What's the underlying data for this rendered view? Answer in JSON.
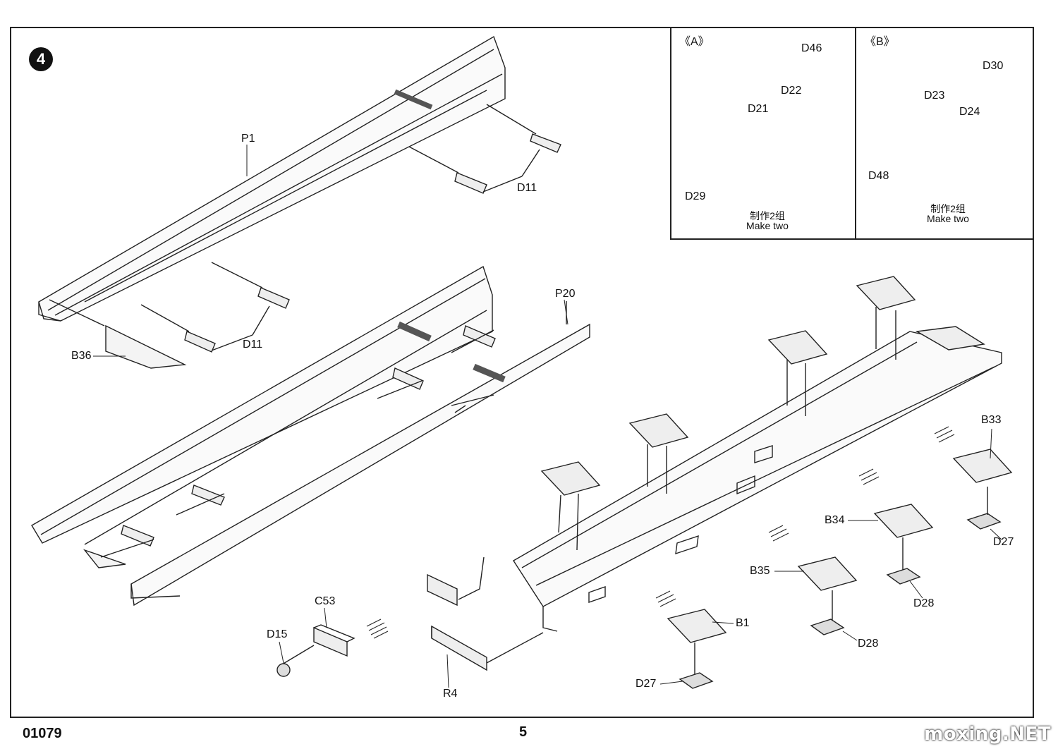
{
  "step": {
    "number": "4"
  },
  "main_labels": {
    "p1": "P1",
    "d11_upper": "D11",
    "d11_lower": "D11",
    "b36": "B36",
    "p20": "P20",
    "c53": "C53",
    "d15": "D15",
    "r4": "R4",
    "b33": "B33",
    "b34": "B34",
    "b35": "B35",
    "b1": "B1",
    "d27_right": "D27",
    "d27_bottom": "D27",
    "d28_right": "D28",
    "d28_bottom": "D28"
  },
  "inset_a": {
    "title": "《A》",
    "labels": {
      "d46": "D46",
      "d22": "D22",
      "d21": "D21",
      "d29": "D29"
    },
    "note_cn": "制作2组",
    "note_en": "Make two"
  },
  "inset_b": {
    "title": "《B》",
    "labels": {
      "d30": "D30",
      "d23": "D23",
      "d24": "D24",
      "d48": "D48"
    },
    "note_cn": "制作2组",
    "note_en": "Make two"
  },
  "footer": {
    "code": "01079",
    "page": "5",
    "watermark": "moxing.NET"
  }
}
